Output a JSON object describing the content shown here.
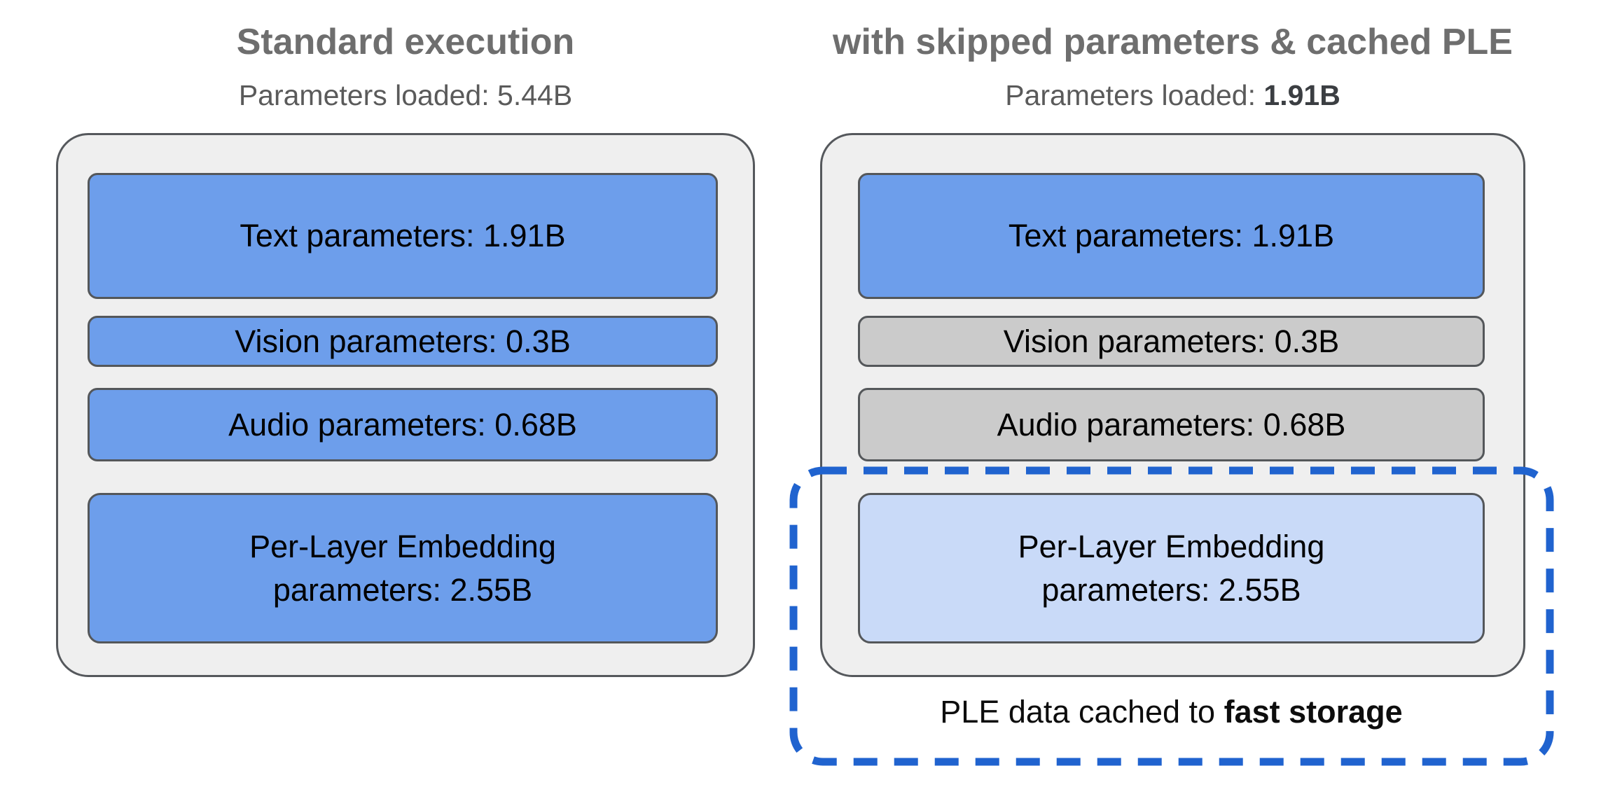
{
  "colors": {
    "title_gray": "#6e6e6e",
    "subtitle_gray": "#5a5a5a",
    "container_fill": "#efefef",
    "container_border": "#55585c",
    "loaded_blue": "#6d9eeb",
    "skipped_gray": "#cbcbcb",
    "cached_light_blue": "#c9daf8",
    "dashed_outline_blue": "#2063cf",
    "box_text": "#000000"
  },
  "left_panel": {
    "title": "Standard execution",
    "subtitle_prefix": "Parameters loaded: ",
    "subtitle_value": "5.44B",
    "boxes": {
      "text": {
        "label": "Text parameters: 1.91B"
      },
      "vision": {
        "label": "Vision parameters: 0.3B"
      },
      "audio": {
        "label": "Audio parameters: 0.68B"
      },
      "ple": {
        "line1": "Per-Layer Embedding",
        "line2": "parameters: 2.55B"
      }
    }
  },
  "right_panel": {
    "title": "with skipped parameters & cached PLE",
    "subtitle_prefix": "Parameters loaded: ",
    "subtitle_value": "1.91B",
    "boxes": {
      "text": {
        "label": "Text parameters: 1.91B"
      },
      "vision": {
        "label": "Vision parameters: 0.3B"
      },
      "audio": {
        "label": "Audio parameters: 0.68B"
      },
      "ple": {
        "line1": "Per-Layer Embedding",
        "line2": "parameters: 2.55B"
      }
    },
    "caption_prefix": "PLE data cached to ",
    "caption_bold": "fast storage"
  }
}
